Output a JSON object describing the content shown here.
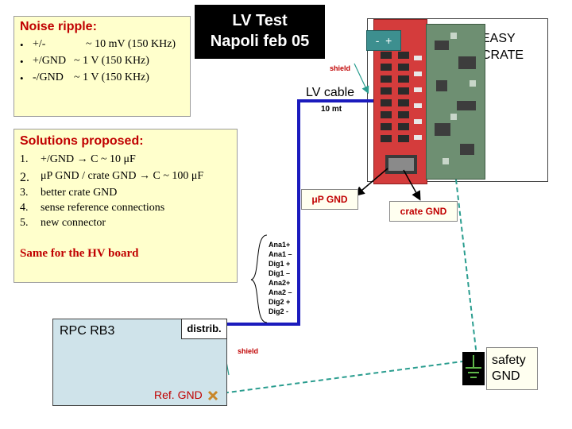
{
  "title": {
    "line1": "LV Test",
    "line2": "Napoli feb 05"
  },
  "noise": {
    "heading": "Noise ripple:",
    "bullet": "•",
    "rows": [
      {
        "label": "+/-",
        "value": "~ 10 mV (150 KHz)"
      },
      {
        "label": "+/GND",
        "value": "~ 1 V (150 KHz)"
      },
      {
        "label": "-/GND",
        "value": "~ 1 V (150 KHz)"
      }
    ]
  },
  "solutions": {
    "heading": "Solutions proposed:",
    "items": [
      {
        "num": "1.",
        "text": "+/GND → C ~ 10 μF"
      },
      {
        "num": "2.",
        "text": "μP GND / crate GND → C ~ 100 μF"
      },
      {
        "num": "3.",
        "text": "better crate GND"
      },
      {
        "num": "4.",
        "text": "sense reference connections"
      },
      {
        "num": "5.",
        "text": "new connector"
      }
    ],
    "footer": "Same for the HV board"
  },
  "crate": {
    "label_line1": "EASY",
    "label_line2": "CRATE",
    "polarity": "-  +"
  },
  "labels": {
    "shield_top": "shield",
    "lv_cable": "LV cable",
    "cable_length": "10 mt",
    "up_gnd": "μP GND",
    "crate_gnd": "crate GND",
    "shield_bottom": "shield",
    "rpc": "RPC RB3",
    "distrib": "distrib.",
    "ref_gnd": "Ref. GND",
    "safety_line1": "safety",
    "safety_line2": "GND"
  },
  "signals": [
    "Ana1+",
    "Ana1 –",
    "Dig1 +",
    "Dig1 –",
    "Ana2+",
    "Ana2 –",
    "Dig2 +",
    "Dig2 -"
  ],
  "colors": {
    "heading_red": "#c00000",
    "cable_blue": "#1b1bbd",
    "dashed_teal": "#2a9d8f",
    "note_yellow": "#ffffcc"
  }
}
